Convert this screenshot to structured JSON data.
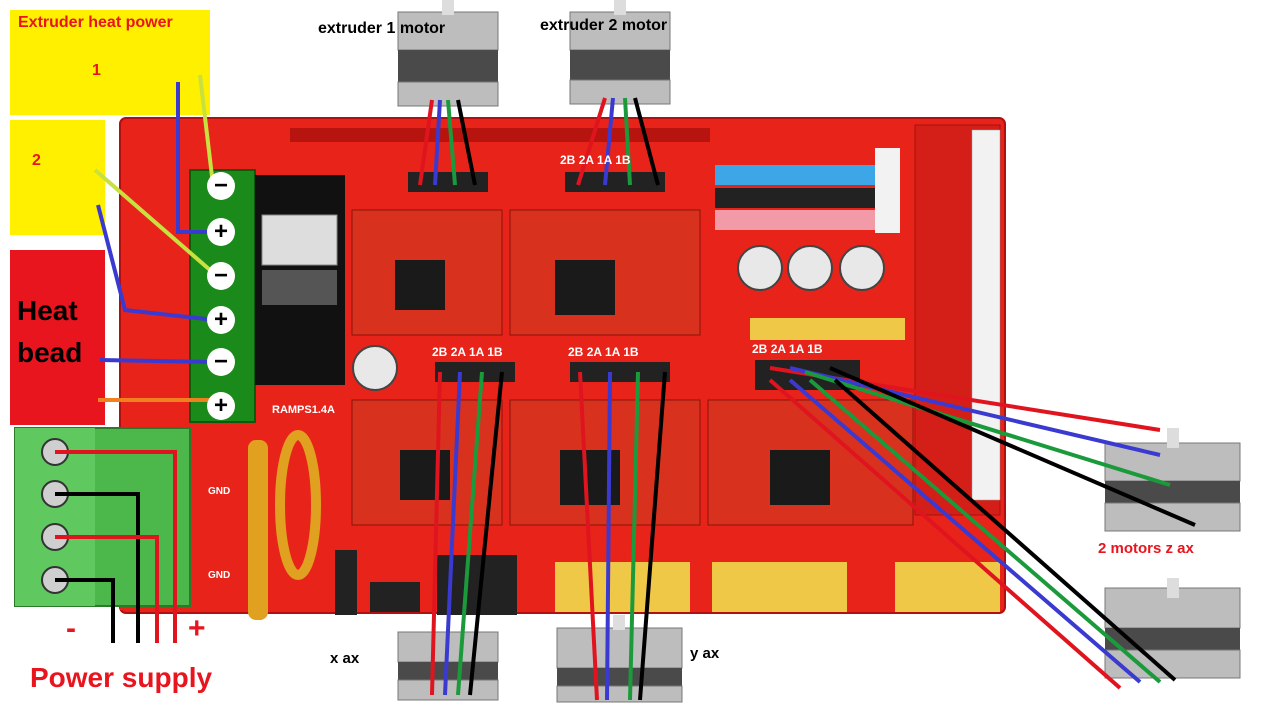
{
  "labels": {
    "extruder_heat_power": "Extruder heat power",
    "heat_1": "1",
    "heat_2": "2",
    "heat_bed": "Heat bead",
    "extruder1_motor": "extruder 1 motor",
    "extruder2_motor": "extruder 2 motor",
    "z_motors": "2 motors z ax",
    "x_axis": "x ax",
    "y_axis": "y ax",
    "power_supply": "Power supply",
    "minus": "-",
    "plus": "+",
    "board_name": "RAMPS1.4A",
    "pin_labels": [
      "2B",
      "2A",
      "1A",
      "1B"
    ],
    "terminal_signs": [
      "−",
      "+",
      "−",
      "+",
      "−",
      "+"
    ],
    "side_silk": [
      "GND",
      "GND"
    ]
  },
  "colors": {
    "board": "#e8231a",
    "board_dark": "#c4150f",
    "driver": "#d8321f",
    "wire_red": "#e0141e",
    "wire_blue": "#3a3ad0",
    "wire_green": "#1a9a3a",
    "wire_black": "#000000",
    "yellow_label": "#fff000",
    "red_label": "#e8141e",
    "terminal_green": "#1a8a1a",
    "psu_green": "#4cb84c"
  }
}
